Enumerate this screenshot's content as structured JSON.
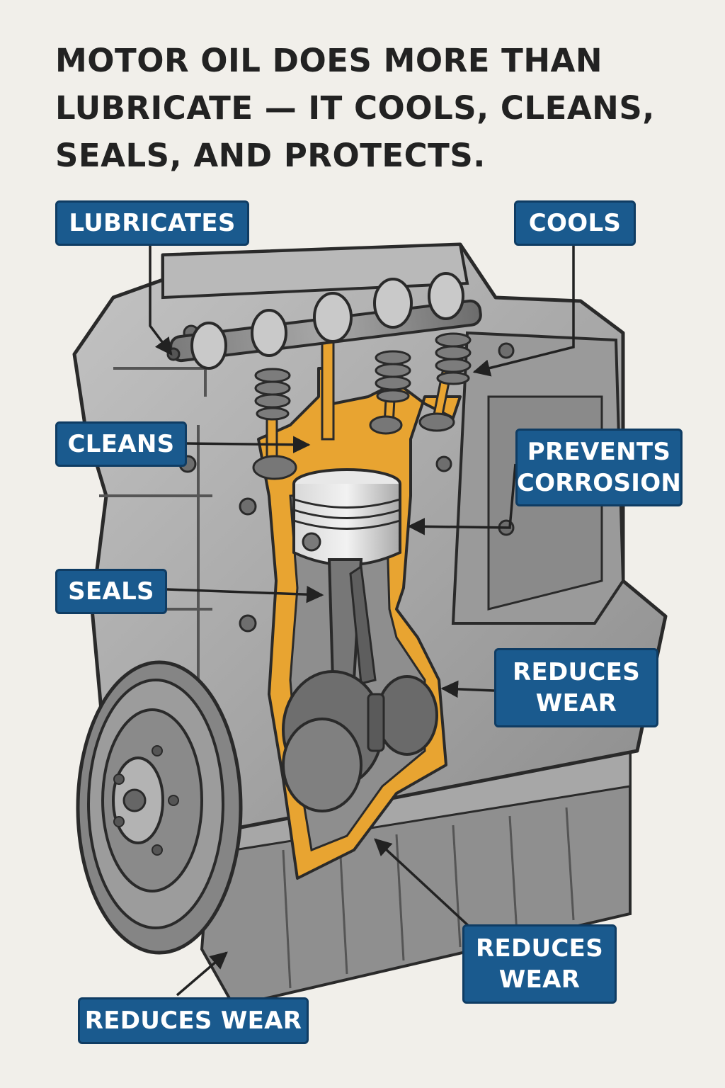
{
  "title": {
    "line1": "MOTOR OIL DOES MORE THAN",
    "line2": "LUBRICATE — IT COOLS, CLEANS,",
    "line3": "SEALS, AND PROTECTS."
  },
  "labels": {
    "lubricates": "LUBRICATES",
    "cools": "COOLS",
    "cleans": "CLEANS",
    "prevents_corrosion_1": "PREVENTS",
    "prevents_corrosion_2": "CORROSION",
    "seals": "SEALS",
    "reduces_wear_right_1": "REDUCES",
    "reduces_wear_right_2": "WEAR",
    "reduces_wear_bottom_1": "REDUCES",
    "reduces_wear_bottom_2": "WEAR",
    "reduces_wear_left": "REDUCES WEAR"
  },
  "colors": {
    "background": "#f1efea",
    "label_fill": "#1a5a8e",
    "oil": "#e8a431",
    "engine_metal": "#9c9c9c",
    "outline": "#2a2a2a"
  }
}
